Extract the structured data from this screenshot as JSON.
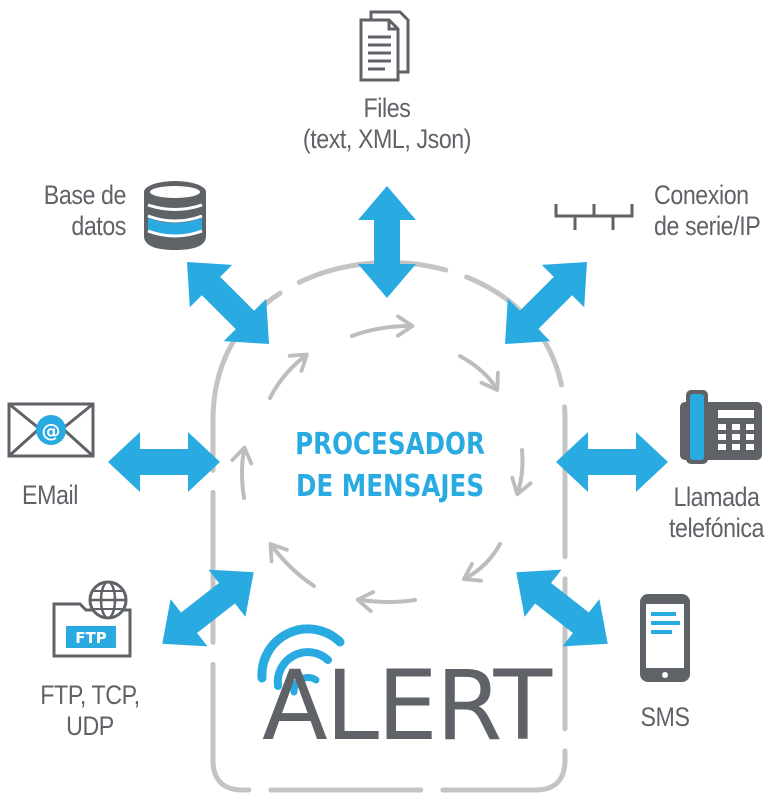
{
  "center": {
    "line1": "PROCESADOR",
    "line2": "DE MENSAJES"
  },
  "brand": "ALERT",
  "nodes": {
    "files": {
      "line1": "Files",
      "line2": "(text, XML, Json)",
      "icon": "document-icon"
    },
    "database": {
      "line1": "Base de",
      "line2": "datos",
      "icon": "database-icon"
    },
    "serial": {
      "line1": "Conexion",
      "line2": "de serie/IP",
      "icon": "serial-port-icon"
    },
    "email": {
      "line1": "EMail",
      "icon": "envelope-at-icon"
    },
    "phone": {
      "line1": "Llamada",
      "line2": "telefónica",
      "icon": "desk-phone-icon"
    },
    "ftp": {
      "line1": "FTP, TCP,",
      "line2": "UDP",
      "icon": "ftp-globe-icon",
      "badge": "FTP"
    },
    "sms": {
      "line1": "SMS",
      "icon": "mobile-phone-icon"
    }
  },
  "colors": {
    "accent": "#29abe2",
    "text": "#5f6368",
    "outline": "#c4c4c4"
  }
}
